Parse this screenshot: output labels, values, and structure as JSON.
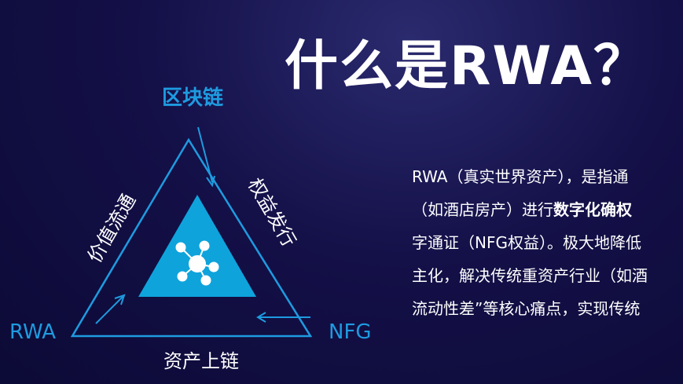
{
  "title": "什么是RWA？",
  "diagram": {
    "top": "区块链",
    "left": "RWA",
    "right": "NFG",
    "edge_left": "价值流通",
    "edge_right": "权益发行",
    "edge_bottom": "资产上链",
    "center_icon": "network-nodes-icon",
    "colors": {
      "accent": "#1e9be0",
      "fill": "#0fa3dc"
    }
  },
  "paragraph": {
    "line1": "RWA（真实世界资产），是指通",
    "line2a": "（如酒店房产）进行",
    "line2b": "数字化确权",
    "line3": "字通证（NFG权益）。极大地降低",
    "line4": "主化，解决传统重资产行业（如酒",
    "line5": "流动性差”等核心痛点，实现传统"
  }
}
